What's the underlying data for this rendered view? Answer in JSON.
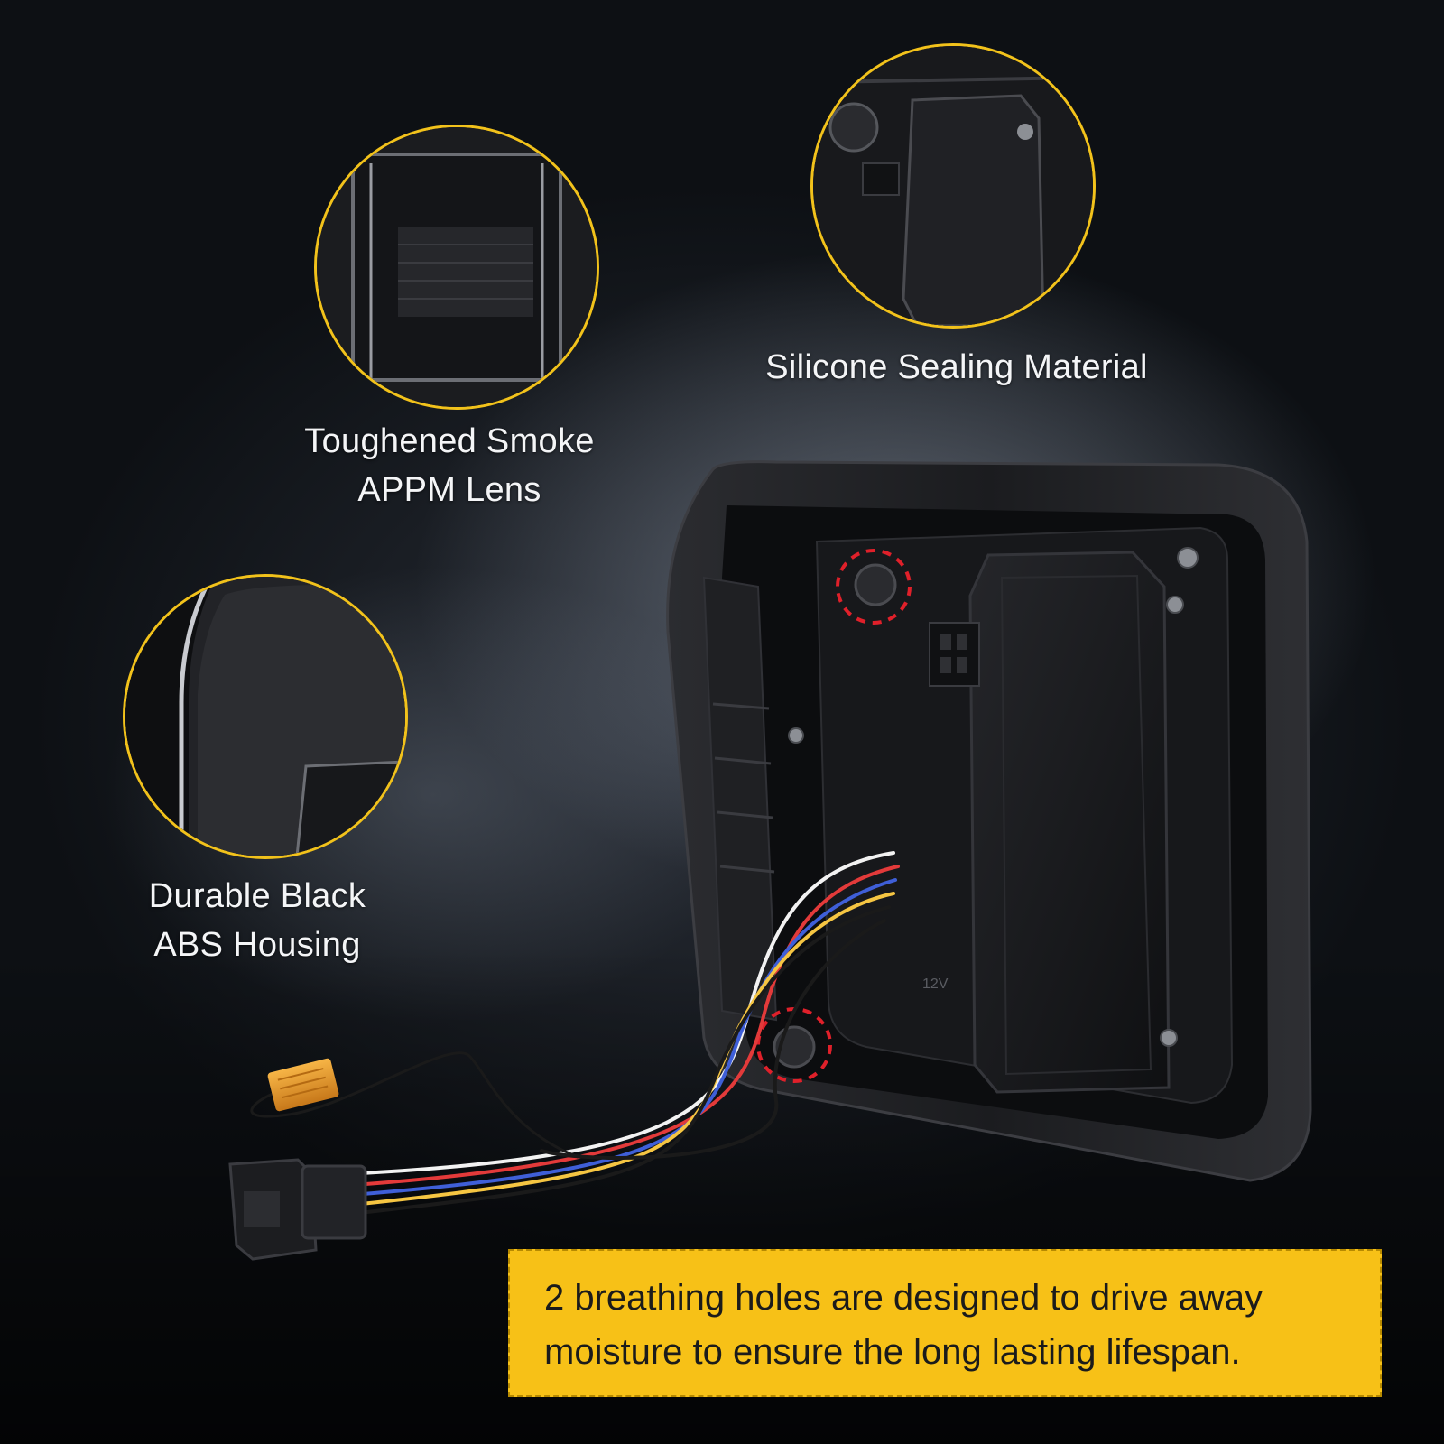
{
  "callouts": {
    "lens": {
      "line1": "Toughened Smoke",
      "line2": "APPM Lens"
    },
    "sealing": {
      "line1": "Silicone Sealing Material"
    },
    "housing": {
      "line1": "Durable Black",
      "line2": "ABS Housing"
    }
  },
  "note": {
    "line1": "2 breathing holes are designed to drive away",
    "line2": "moisture to ensure the long lasting lifespan."
  },
  "product_marking": "12V",
  "colors": {
    "accent": "#f2c21b",
    "note_background": "#f7c117",
    "breathing_hole_marker": "#e0202a"
  }
}
